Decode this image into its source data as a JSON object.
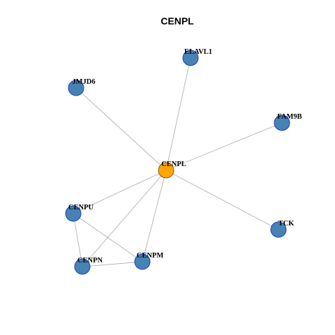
{
  "title": "CENPL",
  "colors": {
    "background": "#ffffff",
    "hub_fill": "#FFA500",
    "hub_stroke": "#8a5a00",
    "node_fill": "#4682B4",
    "node_stroke": "#1f3fbf",
    "edge": "#b3b3b3",
    "label": "#000000"
  },
  "nodes": [
    {
      "id": "CENPL",
      "label": "CENPL",
      "hub": true
    },
    {
      "id": "ELAVL1",
      "label": "ELAVL1",
      "hub": false
    },
    {
      "id": "JMJD6",
      "label": "JMJD6",
      "hub": false
    },
    {
      "id": "FAM9B",
      "label": "FAM9B",
      "hub": false
    },
    {
      "id": "CENPU",
      "label": "CENPU",
      "hub": false
    },
    {
      "id": "TCK",
      "label": "TCK",
      "hub": false
    },
    {
      "id": "CENPM",
      "label": "CENPM",
      "hub": false
    },
    {
      "id": "CENPN",
      "label": "CENPN",
      "hub": false
    }
  ],
  "edges": [
    {
      "source": "CENPL",
      "target": "ELAVL1"
    },
    {
      "source": "CENPL",
      "target": "JMJD6"
    },
    {
      "source": "CENPL",
      "target": "FAM9B"
    },
    {
      "source": "CENPL",
      "target": "CENPU"
    },
    {
      "source": "CENPL",
      "target": "TCK"
    },
    {
      "source": "CENPL",
      "target": "CENPM"
    },
    {
      "source": "CENPL",
      "target": "CENPN"
    },
    {
      "source": "CENPU",
      "target": "CENPN"
    },
    {
      "source": "CENPU",
      "target": "CENPM"
    },
    {
      "source": "CENPN",
      "target": "CENPM"
    }
  ]
}
